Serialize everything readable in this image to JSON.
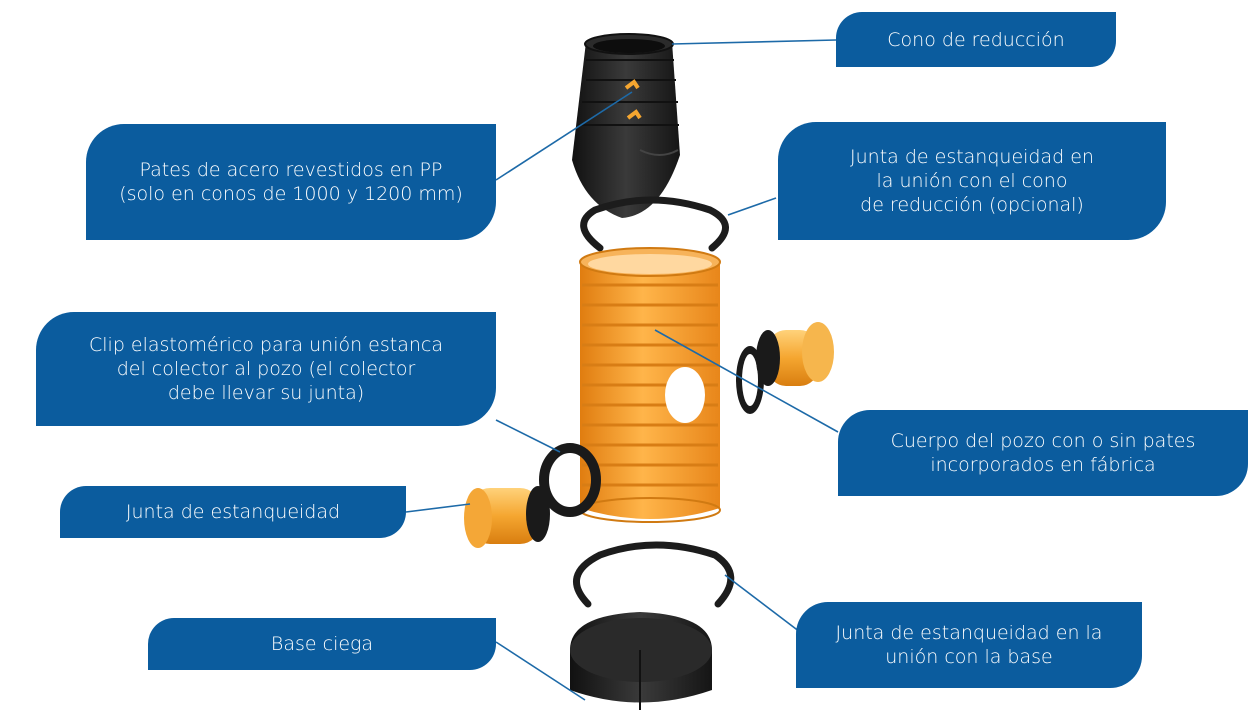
{
  "theme": {
    "callout_bg": "#0b5c9e",
    "callout_text": "#ffffff",
    "part_orange": "#f39a2d",
    "part_black": "#222222"
  },
  "callouts": {
    "cone": "Cono de reducción",
    "steps": "Pates de acero revestidos en PP\n(solo en conos de 1000 y 1200 mm)",
    "cone_seal": "Junta de estanqueidad en\nla unión con el cono\nde reducción (opcional)",
    "clip": "Clip elastomérico para unión estanca\ndel colector al pozo (el colector\ndebe llevar su junta)",
    "body": "Cuerpo del pozo con o sin pates\nincorporados en fábrica",
    "seal": "Junta de estanqueidad",
    "base_seal": "Junta de estanqueidad en la\nunión con la base",
    "base": "Base ciega"
  }
}
